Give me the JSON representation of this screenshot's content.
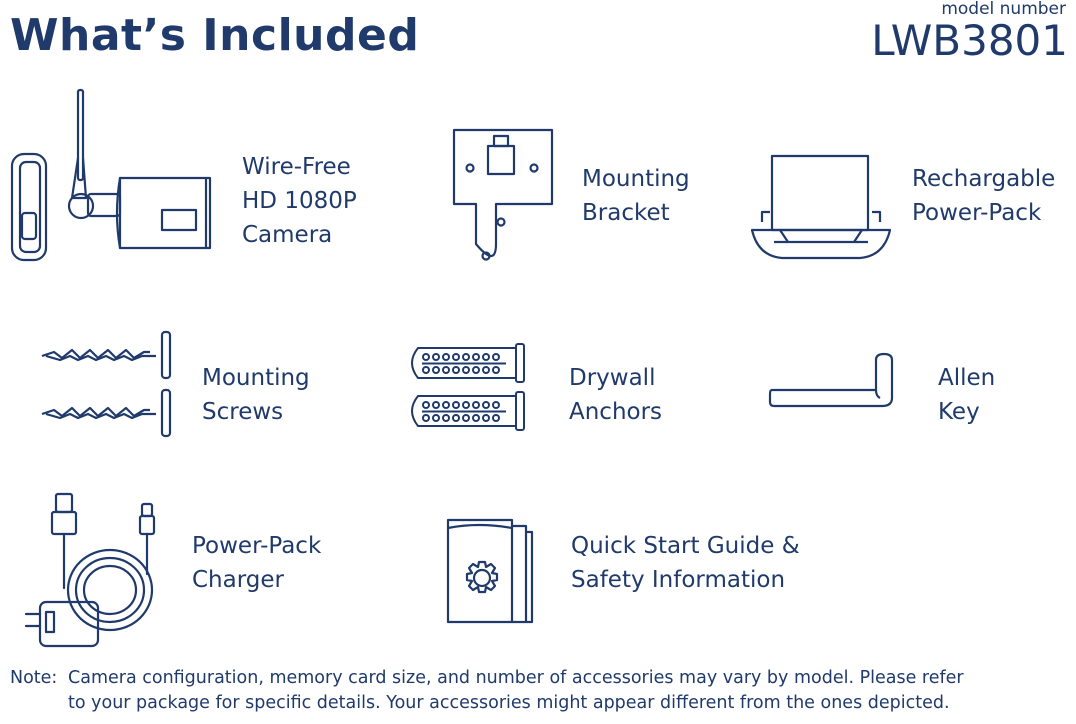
{
  "header": {
    "title": "What’s Included",
    "model_label": "model number",
    "model_number": "LWB3801"
  },
  "items": [
    {
      "icon": "camera-icon",
      "lines": [
        "Wire-Free",
        "HD 1080P",
        "Camera"
      ]
    },
    {
      "icon": "mounting-bracket-icon",
      "lines": [
        "Mounting",
        "Bracket"
      ]
    },
    {
      "icon": "power-pack-icon",
      "lines": [
        "Rechargable",
        "Power-Pack"
      ]
    },
    {
      "icon": "screws-icon",
      "lines": [
        "Mounting",
        "Screws"
      ]
    },
    {
      "icon": "drywall-anchors-icon",
      "lines": [
        "Drywall",
        "Anchors"
      ]
    },
    {
      "icon": "allen-key-icon",
      "lines": [
        "Allen",
        "Key"
      ]
    },
    {
      "icon": "charger-icon",
      "lines": [
        "Power-Pack",
        "Charger"
      ]
    },
    {
      "icon": "guide-book-icon",
      "lines": [
        "Quick Start Guide &",
        "Safety Information"
      ]
    }
  ],
  "note": {
    "prefix": "Note:",
    "line1": "Camera configuration, memory card size, and number of accessories may vary by model. Please refer",
    "line2": "to your package for specific details. Your accessories might appear different from the ones depicted."
  },
  "colors": {
    "ink": "#1f3a6b",
    "background": "#ffffff"
  }
}
